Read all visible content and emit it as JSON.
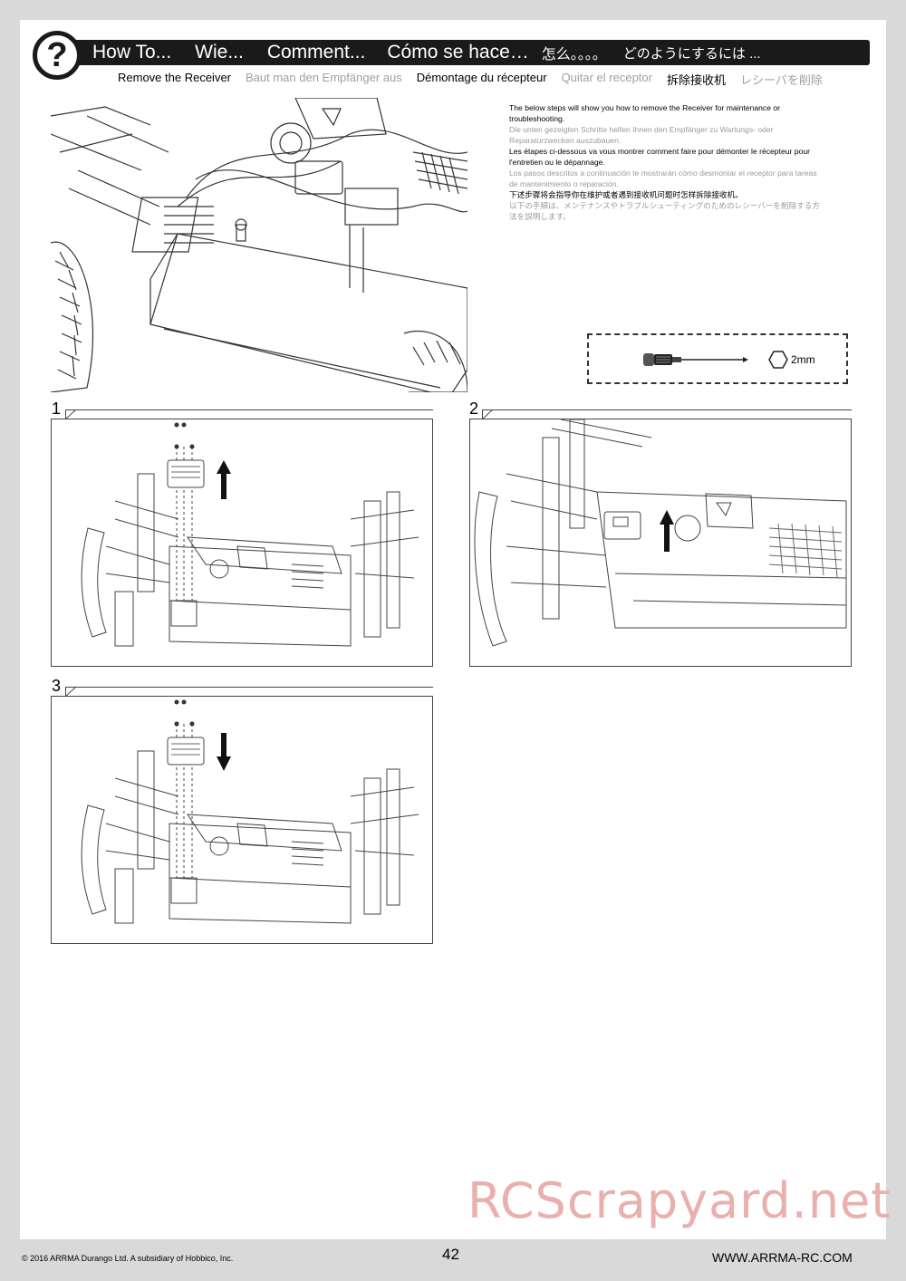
{
  "header": {
    "titles": [
      "How To...",
      "Wie...",
      "Comment...",
      "Cómo se hace…",
      "怎么。。。。",
      "どのようにするには ..."
    ],
    "icon": "question-mark-icon"
  },
  "subtitles": [
    {
      "text": "Remove the Receiver",
      "shade": "dark"
    },
    {
      "text": "Baut man den Empfänger aus",
      "shade": "grey"
    },
    {
      "text": "Démontage du récepteur",
      "shade": "dark"
    },
    {
      "text": "Quitar el receptor",
      "shade": "grey"
    },
    {
      "text": "拆除接收机",
      "shade": "dark"
    },
    {
      "text": "レシーバを削除",
      "shade": "grey"
    }
  ],
  "intro": [
    {
      "text": "The below steps will show you how to remove the Receiver for maintenance or troubleshooting.",
      "shade": "dark"
    },
    {
      "text": "Die unten gezeigten Schritte helfen Ihnen den Empfänger zu Wartungs- oder Reparaturzwecken auszubauen.",
      "shade": "grey"
    },
    {
      "text": "Les étapes ci-dessous va vous montrer comment faire pour démonter le récepteur pour l'entretien ou le dépannage.",
      "shade": "dark"
    },
    {
      "text": "Los pasos descritos a continuación te mostrarán cómo desmontar el receptor para tareas de mantenimiento o reparación.",
      "shade": "grey"
    },
    {
      "text": "下述步骤将会指导你在维护或者遇到接收机问题时怎样拆除接收机。",
      "shade": "dark"
    },
    {
      "text": "以下の手順は、メンテナンスやトラブルシューティングのためのレシーバーを削除する方法を説明します。",
      "shade": "grey"
    }
  ],
  "tools": {
    "label": "2mm",
    "icons": [
      "hex-driver-icon",
      "hexagon-icon"
    ]
  },
  "steps": [
    {
      "number": "1",
      "arrow": "up"
    },
    {
      "number": "2",
      "arrow": "up"
    },
    {
      "number": "3",
      "arrow": "down"
    }
  ],
  "watermark": "RCScrapyard.net",
  "footer": {
    "copyright": "© 2016 ARRMA Durango Ltd. A subsidiary of Hobbico, Inc.",
    "page": "42",
    "website": "WWW.ARRMA-RC.COM"
  }
}
